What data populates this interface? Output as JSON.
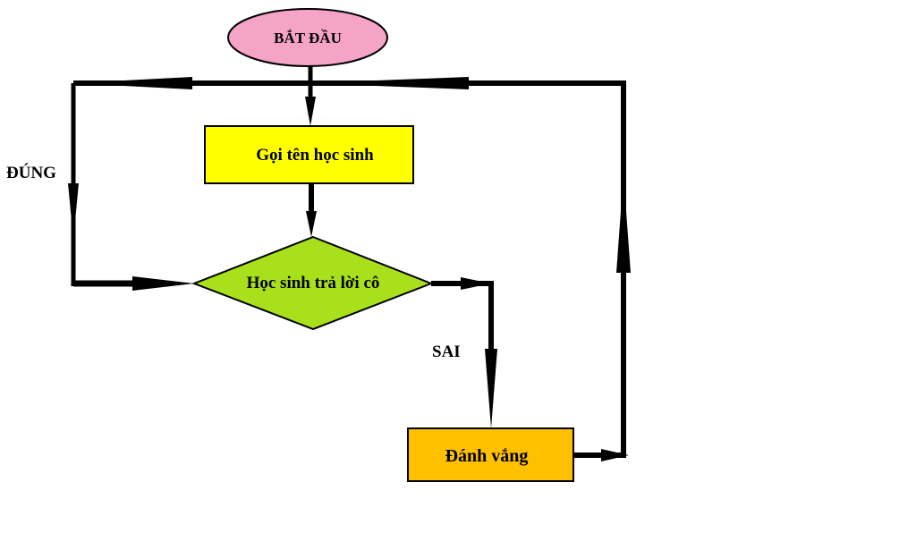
{
  "nodes": {
    "start": {
      "label": "BẮT ĐẦU",
      "shape": "ellipse",
      "fill": "#f5a3c7"
    },
    "call": {
      "label": "Gọi tên học sinh",
      "shape": "rectangle",
      "fill": "#ffff00"
    },
    "decision": {
      "label": "Học sinh trả lời cô",
      "shape": "diamond",
      "fill": "#a8e01c"
    },
    "absent": {
      "label": "Đánh vắng",
      "shape": "rectangle",
      "fill": "#ffc000"
    }
  },
  "edges": {
    "yes_label": "ĐÚNG",
    "no_label": "SAI"
  },
  "colors": {
    "line": "#000000",
    "background": "#ffffff"
  }
}
